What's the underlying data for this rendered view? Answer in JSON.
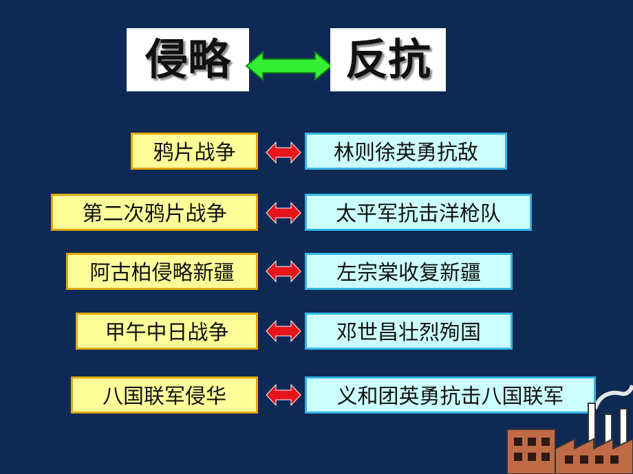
{
  "title": {
    "left": "侵略",
    "right": "反抗"
  },
  "pairs": [
    {
      "aggression": "鸦片战争",
      "resistance": "林则徐英勇抗敌"
    },
    {
      "aggression": "第二次鸦片战争",
      "resistance": "太平军抗击洋枪队"
    },
    {
      "aggression": "阿古柏侵略新疆",
      "resistance": "左宗棠收复新疆"
    },
    {
      "aggression": "甲午中日战争",
      "resistance": "邓世昌壮烈殉国"
    },
    {
      "aggression": "八国联军侵华",
      "resistance": "义和团英勇抗击八国联军"
    }
  ],
  "colors": {
    "background": "#0e2a54",
    "aggression_fill": "#ffff99",
    "aggression_border": "#e0a800",
    "resistance_fill": "#ccffff",
    "resistance_border": "#33b5e5",
    "title_arrow": "#33ee33",
    "pair_arrow": "#e8141c"
  },
  "icons": {
    "title_arrow": "double-arrow-icon",
    "pair_arrow": "double-arrow-icon",
    "decoration": "factory-icon"
  }
}
